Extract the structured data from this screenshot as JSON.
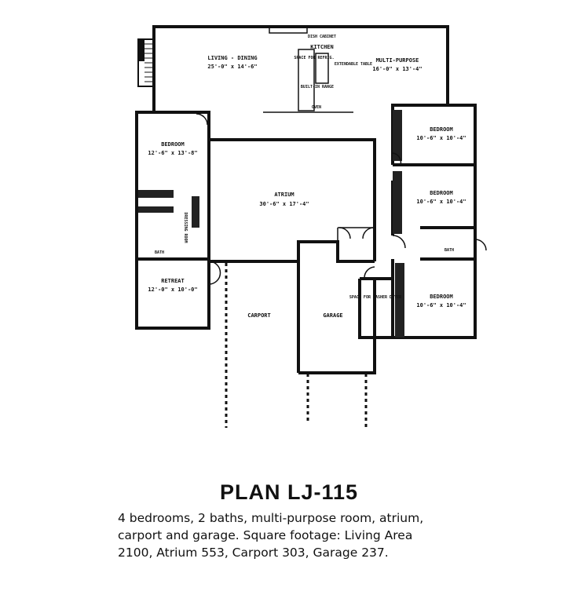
{
  "plan": {
    "title": "PLAN LJ-115",
    "description": [
      "4 bedrooms, 2 baths, multi-purpose room, atrium,",
      "carport and garage. Square footage: Living Area",
      "2100, Atrium 553, Carport 303, Garage 237."
    ]
  },
  "rooms": {
    "living": {
      "name": "LIVING - DINING",
      "size": "25'-0\" x 14'-6\""
    },
    "kitchen": {
      "name": "KITCHEN"
    },
    "dish_cabinet": "DISH CABINET",
    "refrig": "SPACE FOR REFRIG.",
    "range": "BUILT-IN RANGE",
    "oven": "OVEN",
    "table": "EXTENDABLE TABLE",
    "multi": {
      "name": "MULTI-PURPOSE",
      "size": "16'-0\" x 13'-4\""
    },
    "bedroom_main": {
      "name": "BEDROOM",
      "size": "12'-6\" x 13'-8\""
    },
    "dressing": "DRESSING ROOM",
    "bath1": "BATH",
    "retreat": {
      "name": "RETREAT",
      "size": "12'-0\" x 10'-0\""
    },
    "atrium": {
      "name": "ATRIUM",
      "size": "30'-6\" x 17'-4\""
    },
    "bedroom2": {
      "name": "BEDROOM",
      "size": "10'-6\" x 10'-4\""
    },
    "bedroom3": {
      "name": "BEDROOM",
      "size": "10'-6\" x 10'-4\""
    },
    "bedroom4": {
      "name": "BEDROOM",
      "size": "10'-6\" x 10'-4\""
    },
    "bath2": "BATH",
    "washer": "SPACE FOR WASHER DRYER",
    "carport": "CARPORT",
    "garage": "GARAGE"
  }
}
